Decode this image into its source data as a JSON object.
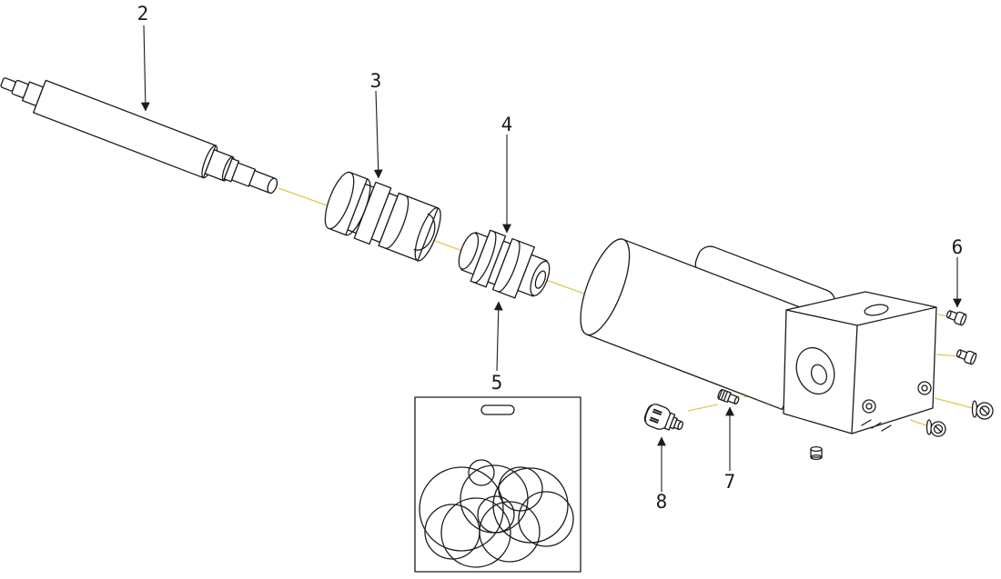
{
  "diagram": {
    "type": "exploded-parts-diagram",
    "labels": [
      {
        "num": "2",
        "part": "piston-rod"
      },
      {
        "num": "3",
        "part": "rod-gland"
      },
      {
        "num": "4",
        "part": "piston"
      },
      {
        "num": "5",
        "part": "seal-kit"
      },
      {
        "num": "6",
        "part": "plug"
      },
      {
        "num": "7",
        "part": "fitting-screw"
      },
      {
        "num": "8",
        "part": "knurled-plug"
      }
    ]
  },
  "colors": {
    "line": "#1b1b1b",
    "centerline": "#ddc94e",
    "background": "#ffffff"
  }
}
